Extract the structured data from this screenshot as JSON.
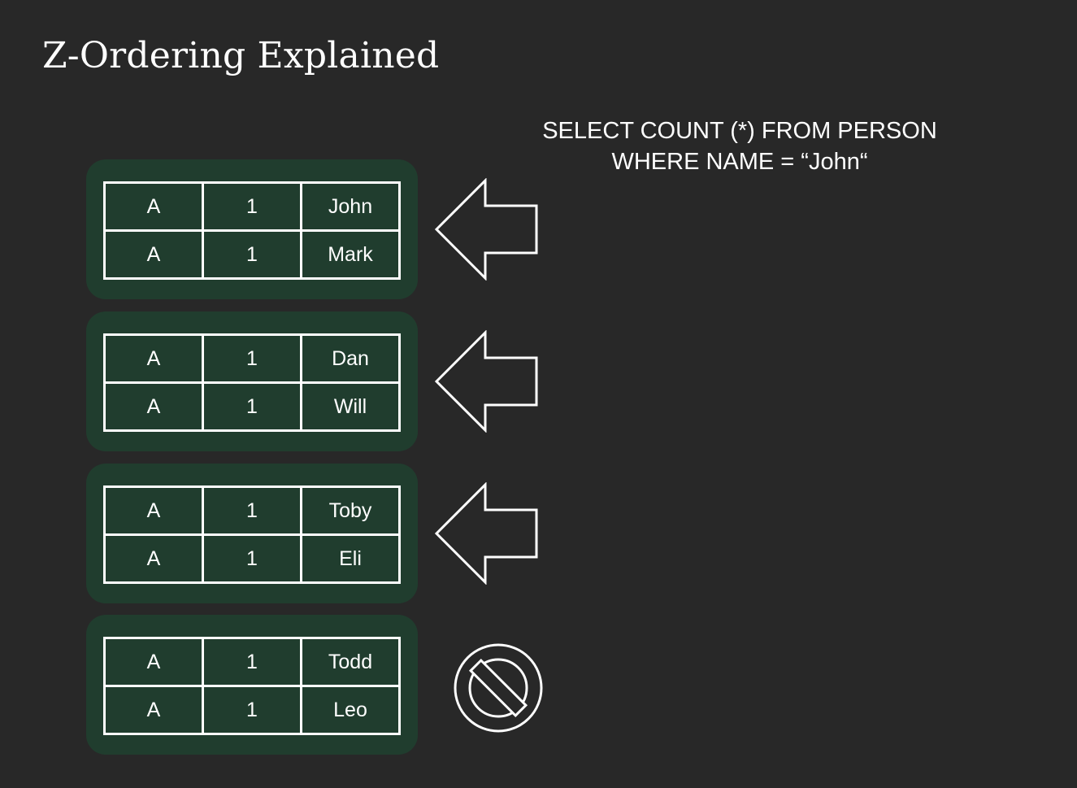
{
  "title": "Z-Ordering Explained",
  "query": {
    "line1": "SELECT COUNT (*) FROM  PERSON",
    "line2": "WHERE NAME = “John“"
  },
  "blocks": [
    {
      "rows": [
        [
          "A",
          "1",
          "John"
        ],
        [
          "A",
          "1",
          "Mark"
        ]
      ],
      "marker": "arrow-left-icon"
    },
    {
      "rows": [
        [
          "A",
          "1",
          "Dan"
        ],
        [
          "A",
          "1",
          "Will"
        ]
      ],
      "marker": "arrow-left-icon"
    },
    {
      "rows": [
        [
          "A",
          "1",
          "Toby"
        ],
        [
          "A",
          "1",
          "Eli"
        ]
      ],
      "marker": "arrow-left-icon"
    },
    {
      "rows": [
        [
          "A",
          "1",
          "Todd"
        ],
        [
          "A",
          "1",
          "Leo"
        ]
      ],
      "marker": "no-entry-icon"
    }
  ],
  "colors": {
    "background": "#282828",
    "block_fill": "#203d2e",
    "stroke": "#ffffff"
  }
}
